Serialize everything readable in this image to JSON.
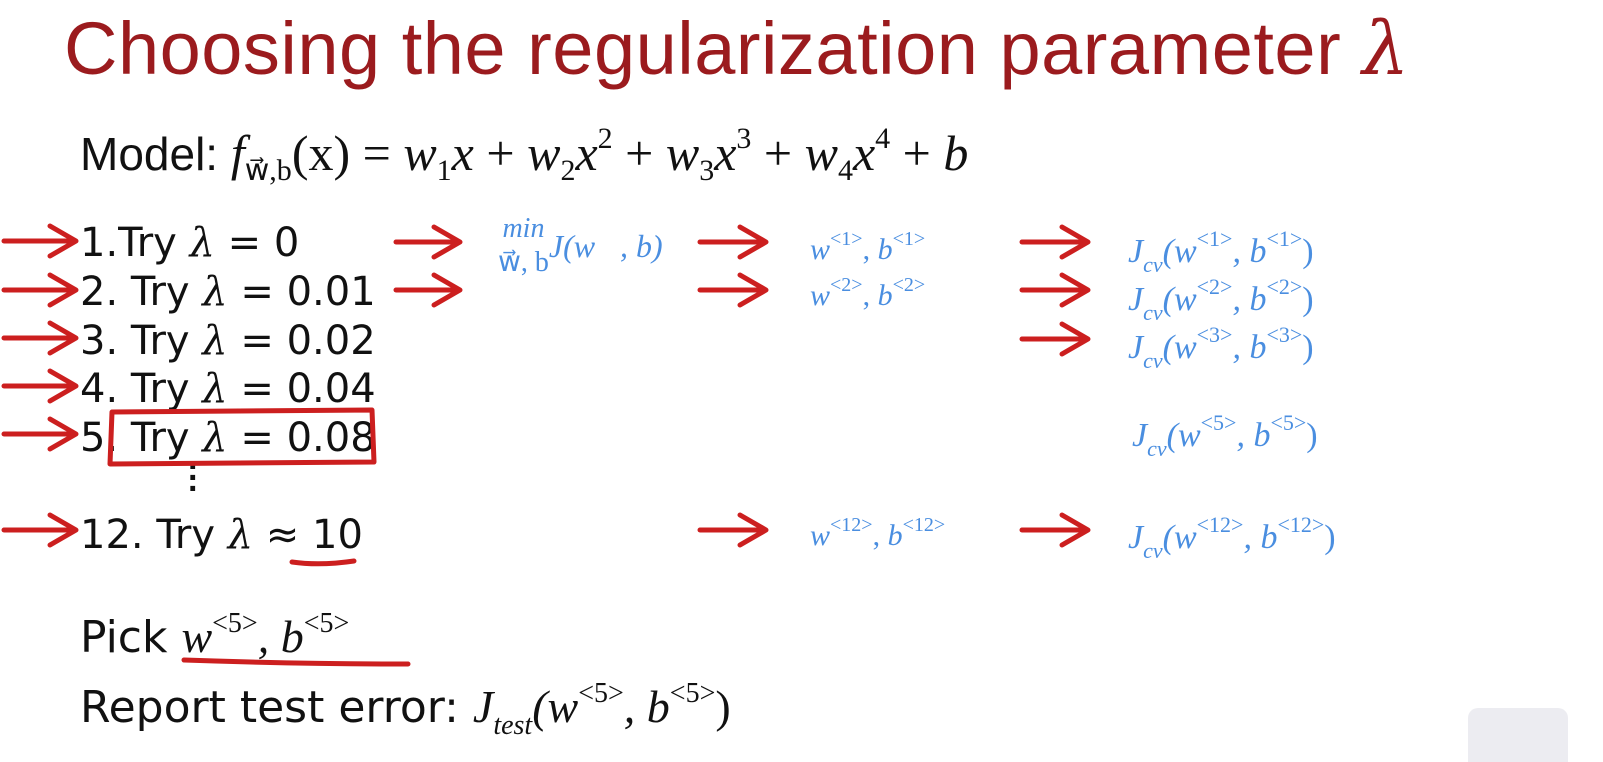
{
  "title": {
    "text": "Choosing the regularization parameter",
    "symbol": "λ"
  },
  "model": {
    "label": "Model:",
    "f": "f",
    "f_sub": "w⃗,b",
    "lhs_arg": "(x) = ",
    "terms": [
      {
        "w": "w",
        "sub": "1",
        "x": "x",
        "pow": ""
      },
      {
        "w": "w",
        "sub": "2",
        "x": "x",
        "pow": "2"
      },
      {
        "w": "w",
        "sub": "3",
        "x": "x",
        "pow": "3"
      },
      {
        "w": "w",
        "sub": "4",
        "x": "x",
        "pow": "4"
      }
    ],
    "plus": " + ",
    "b": "b"
  },
  "tries": [
    {
      "num": "1.",
      "word": "Try ",
      "lambda": "λ",
      "op": " = ",
      "value": "0"
    },
    {
      "num": "2. ",
      "word": "Try ",
      "lambda": "λ",
      "op": " = ",
      "value": "0.01"
    },
    {
      "num": "3. ",
      "word": "Try ",
      "lambda": "λ",
      "op": " = ",
      "value": "0.02"
    },
    {
      "num": "4. ",
      "word": "Try ",
      "lambda": "λ",
      "op": " = ",
      "value": "0.04"
    },
    {
      "num": "5. ",
      "word": "Try ",
      "lambda": "λ",
      "op": " = ",
      "value": "0.08"
    },
    {
      "num": "12. ",
      "word": "Try ",
      "lambda": "λ",
      "op": " ≈ ",
      "value": "10"
    }
  ],
  "vdots": "⋮",
  "minimize": {
    "min": "min",
    "under": "w⃗, b",
    "expr": "J(w⃗, b)"
  },
  "params": [
    {
      "w": "w",
      "wsup": "<1>",
      "sep": ", ",
      "b": "b",
      "bsup": "<1>"
    },
    {
      "w": "w",
      "wsup": "<2>",
      "sep": ", ",
      "b": "b",
      "bsup": "<2>"
    },
    {
      "w": "w",
      "wsup": "<12>",
      "sep": ", ",
      "b": "b",
      "bsup": "<12>"
    }
  ],
  "jcv": [
    {
      "J": "J",
      "sub": "cv",
      "open": "(w",
      "wsup": "<1>",
      "mid": ", b",
      "bsup": "<1>",
      "close": ")"
    },
    {
      "J": "J",
      "sub": "cv",
      "open": "(w",
      "wsup": "<2>",
      "mid": ", b",
      "bsup": "<2>",
      "close": ")"
    },
    {
      "J": "J",
      "sub": "cv",
      "open": "(w",
      "wsup": "<3>",
      "mid": ", b",
      "bsup": "<3>",
      "close": ")"
    },
    {
      "J": "J",
      "sub": "cv",
      "open": "(w",
      "wsup": "<5>",
      "mid": ", b",
      "bsup": "<5>",
      "close": ")"
    },
    {
      "J": "J",
      "sub": "cv",
      "open": "(w",
      "wsup": "<12>",
      "mid": ", b",
      "bsup": "<12>",
      "close": ")"
    }
  ],
  "pick": {
    "label": "Pick ",
    "w": "w",
    "wsup": "<5>",
    "mid": ", b",
    "bsup": "<5>"
  },
  "report": {
    "label": "Report test error: ",
    "J": "J",
    "sub": "test",
    "open": "(w",
    "wsup": "<5>",
    "mid": ", b",
    "bsup": "<5>",
    "close": ")"
  },
  "colors": {
    "title": "#9b1b1e",
    "annotation_red": "#cc1f1f",
    "blue": "#4a8ee0",
    "text": "#111111"
  }
}
